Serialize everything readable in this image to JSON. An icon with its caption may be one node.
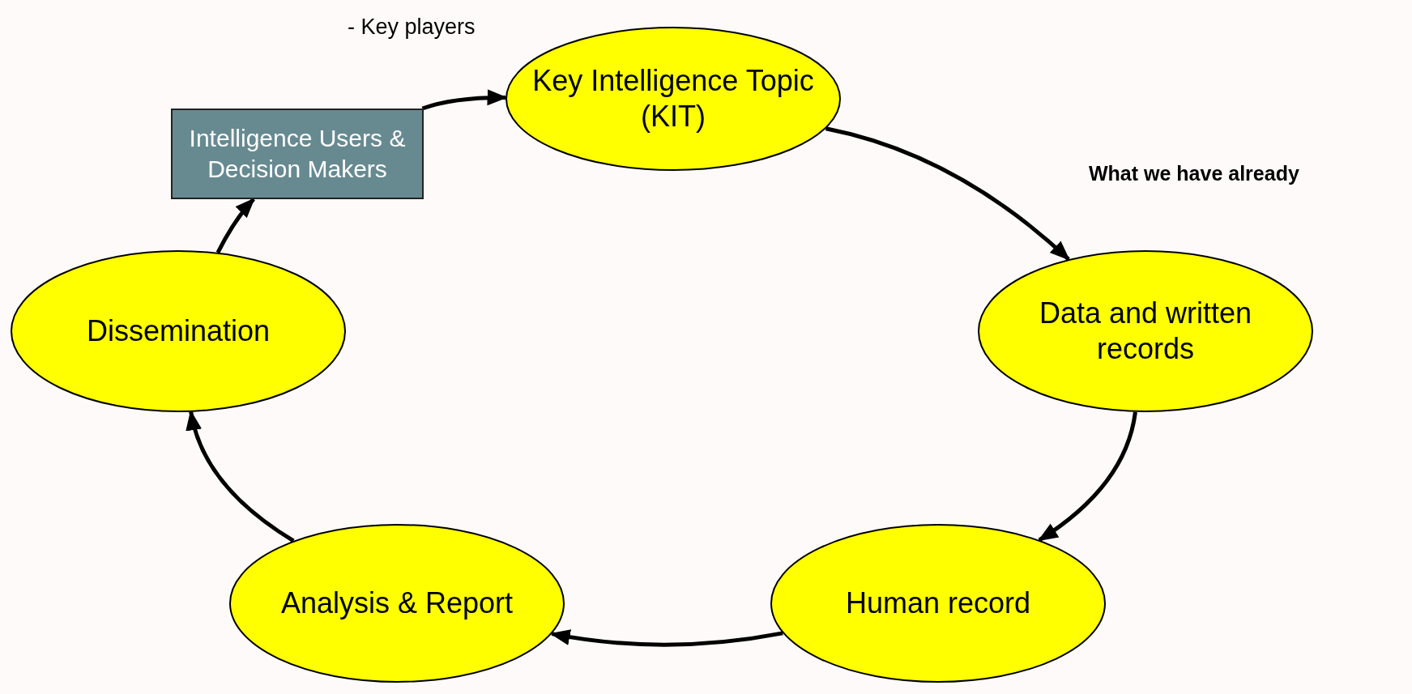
{
  "diagram": {
    "nodes": [
      {
        "text": [
          "Key Intelligence Topic (KIT)"
        ]
      },
      {
        "text": [
          "Data and written records"
        ]
      },
      {
        "text": [
          "Human record"
        ]
      },
      {
        "text": [
          "Analysis & Report"
        ]
      },
      {
        "text": [
          "Dissemination"
        ]
      },
      {
        "text": [
          "Intelligence Users & Decision Makers"
        ]
      }
    ],
    "edges": [
      {
        "from": 0,
        "to": 1,
        "arrow": "to"
      },
      {
        "from": 1,
        "to": 2,
        "arrow": "to"
      },
      {
        "from": 2,
        "to": 3,
        "arrow": "to"
      },
      {
        "from": 3,
        "to": 4,
        "arrow": "to"
      },
      {
        "from": 4,
        "to": 5,
        "arrow": "to"
      },
      {
        "from": 5,
        "to": 0,
        "arrow": "to"
      }
    ],
    "labels": [
      "- Key players",
      "What we have already"
    ]
  }
}
